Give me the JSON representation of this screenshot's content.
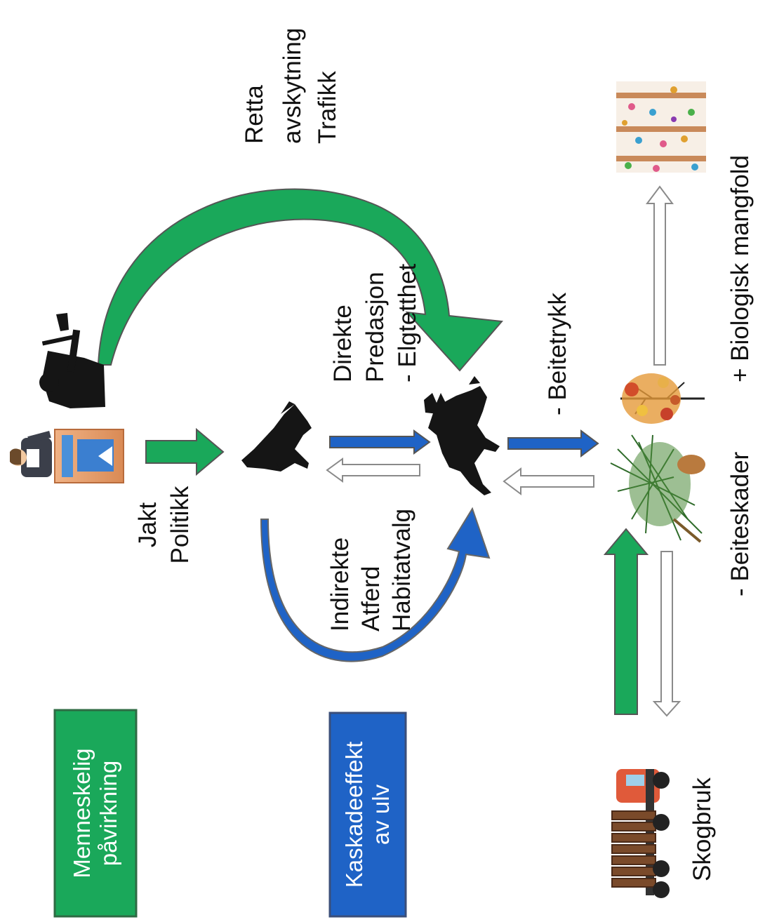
{
  "legend": {
    "human": {
      "line1": "Menneskelig",
      "line2": "påvirkning",
      "color": "#1aa85a"
    },
    "cascade": {
      "line1": "Kaskadeeffekt",
      "line2": "av ulv",
      "color": "#1f63c6"
    }
  },
  "labels": {
    "jakt": "Jakt",
    "politikk": "Politikk",
    "retta": "Retta",
    "avskytning": "avskytning",
    "trafikk": "Trafikk",
    "direkte": "Direkte",
    "predasjon": "Predasjon",
    "elgtetthet": "- Elgtetthet",
    "indirekte": "Indirekte",
    "atferd": "Atferd",
    "habitatvalg": "Habitatvalg",
    "beitetrykk": "- Beitetrykk",
    "beiteskader": "- Beiteskader",
    "biologisk": "+ Biologisk mangfold",
    "skogbruk": "Skogbruk"
  },
  "icons": [
    "politician-icon",
    "hunter-icon",
    "wolf-icon",
    "moose-icon",
    "pine-icon",
    "deciduous-tree-icon",
    "biodiversity-icon",
    "log-truck-icon"
  ],
  "colors": {
    "green": "#1aa85a",
    "blue": "#1f63c6",
    "outline": "#8a8a8a"
  }
}
